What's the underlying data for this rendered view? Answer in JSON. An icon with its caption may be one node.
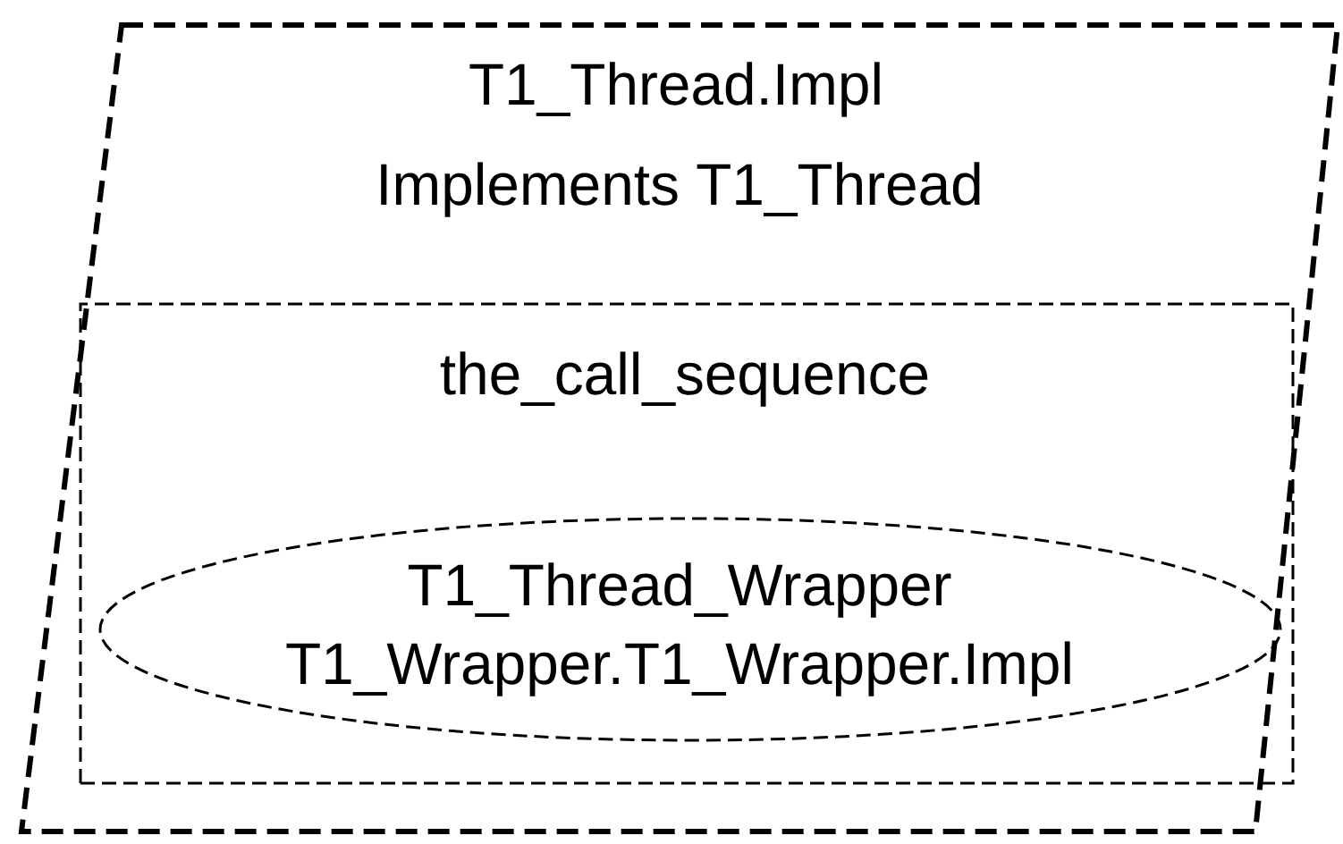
{
  "diagram": {
    "nodes": [
      {
        "text": [
          "T1_Thread.Impl",
          "Implements T1_Thread"
        ]
      },
      {
        "text": [
          "the_call_sequence"
        ],
        "in": 0
      },
      {
        "text": [
          "T1_Thread_Wrapper",
          "T1_Wrapper.T1_Wrapper.Impl"
        ],
        "in": 1
      }
    ]
  }
}
